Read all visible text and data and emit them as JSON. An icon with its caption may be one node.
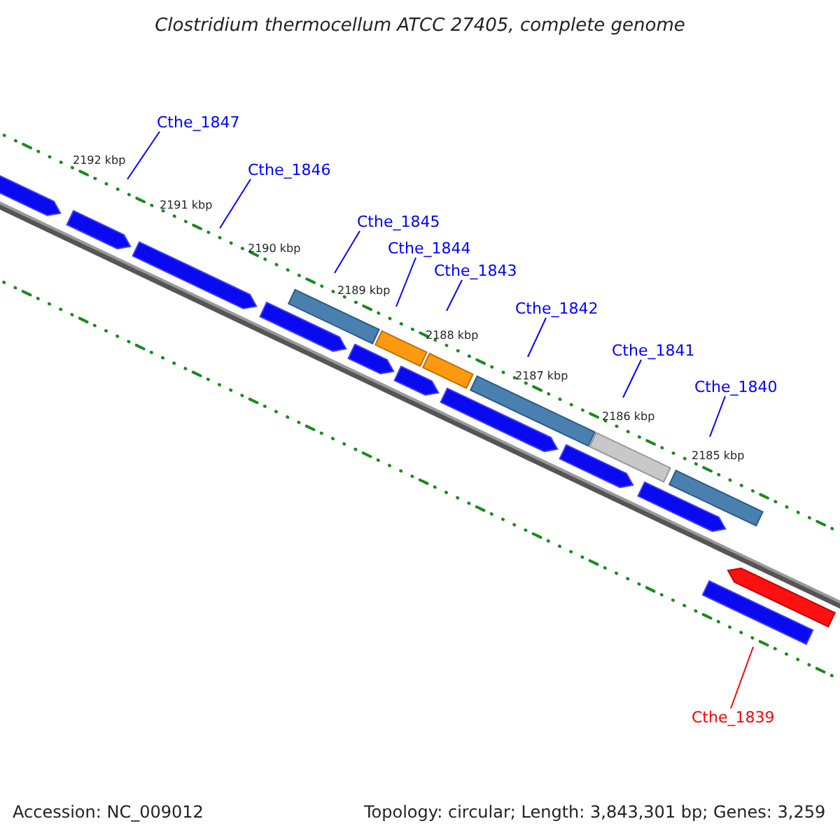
{
  "diagram": {
    "title": "Clostridium thermocellum ATCC 27405, complete genome",
    "nodes": [
      {
        "text": [
          "Cthe_1847"
        ]
      },
      {
        "text": [
          "Cthe_1846"
        ]
      },
      {
        "text": [
          "Cthe_1845"
        ]
      },
      {
        "text": [
          "Cthe_1844"
        ]
      },
      {
        "text": [
          "Cthe_1843"
        ]
      },
      {
        "text": [
          "Cthe_1842"
        ]
      },
      {
        "text": [
          "Cthe_1841"
        ]
      },
      {
        "text": [
          "Cthe_1840"
        ]
      },
      {
        "text": [
          "Cthe_1839"
        ]
      }
    ],
    "edges": [
      {
        "from": 0,
        "to": null,
        "arrow": "none"
      },
      {
        "from": 1,
        "to": null,
        "arrow": "none"
      },
      {
        "from": 2,
        "to": null,
        "arrow": "none"
      },
      {
        "from": 3,
        "to": null,
        "arrow": "none"
      },
      {
        "from": 4,
        "to": null,
        "arrow": "none"
      },
      {
        "from": 5,
        "to": null,
        "arrow": "none"
      },
      {
        "from": 6,
        "to": null,
        "arrow": "none"
      },
      {
        "from": 7,
        "to": null,
        "arrow": "none"
      },
      {
        "from": 8,
        "to": null,
        "arrow": "none",
        "color": "#ff0000"
      }
    ],
    "labels": [
      "2192 kbp",
      "2191 kbp",
      "2190 kbp",
      "2189 kbp",
      "2188 kbp",
      "2187 kbp",
      "2186 kbp",
      "2185 kbp",
      "Accession: NC_009012",
      "Topology: circular; Length: 3,843,301 bp; Genes: 3,259"
    ]
  }
}
